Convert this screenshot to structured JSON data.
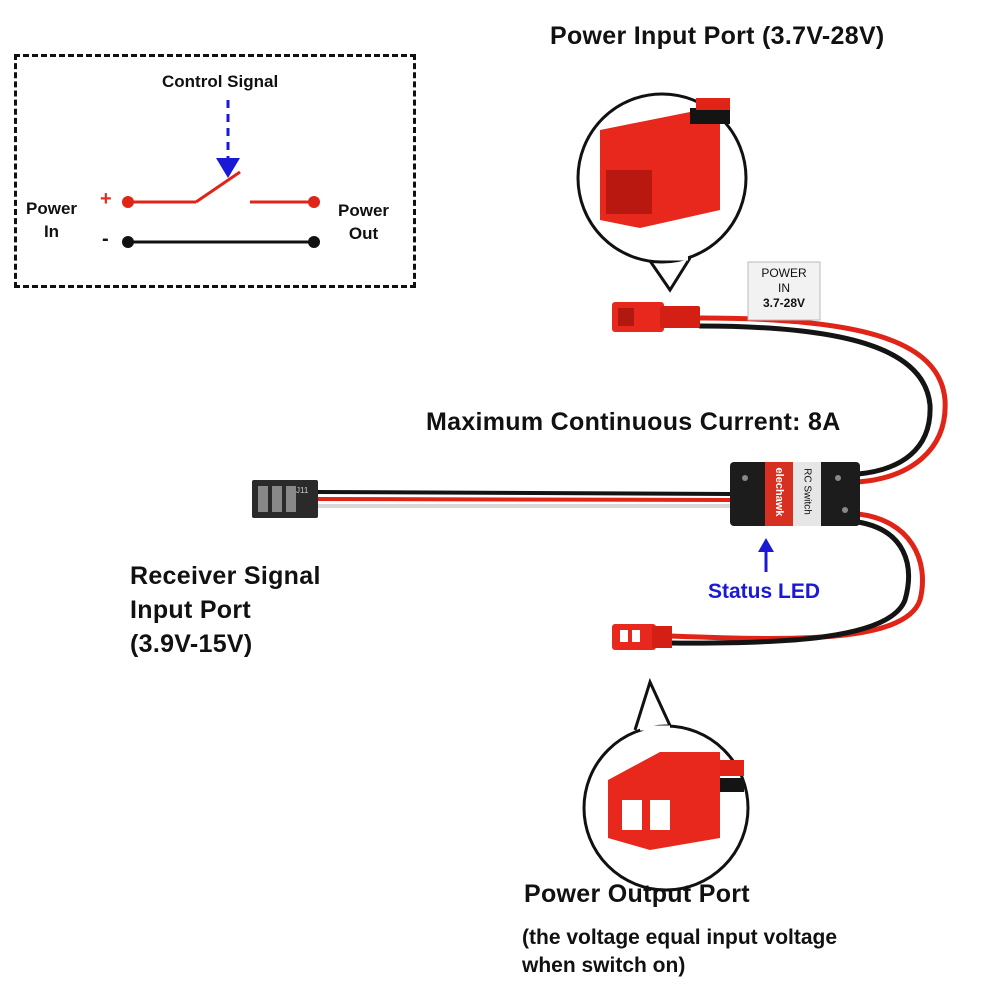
{
  "schematic": {
    "control_signal": "Control Signal",
    "plus": "+",
    "minus": "-",
    "power_in": [
      "Power",
      "In"
    ],
    "power_out": [
      "Power",
      "Out"
    ]
  },
  "labels": {
    "power_input_port": "Power Input Port (3.7V-28V)",
    "max_current": "Maximum Continuous Current: 8A",
    "receiver_port": [
      "Receiver Signal",
      "Input Port",
      "(3.9V-15V)"
    ],
    "status_led": "Status LED",
    "power_output_port": "Power Output Port",
    "output_note": [
      "(the voltage equal input voltage",
      "when switch on)"
    ]
  },
  "tag": {
    "line1": "POWER",
    "line2": "IN",
    "line3": "3.7-28V"
  },
  "board": {
    "brand": "elechawk",
    "model": "RC Switch"
  },
  "servo_connector_text": "J11",
  "colors": {
    "wire_red": "#e02418",
    "wire_black": "#141414",
    "connector_red": "#e8281c",
    "signal_arrow": "#1a1ad6"
  }
}
